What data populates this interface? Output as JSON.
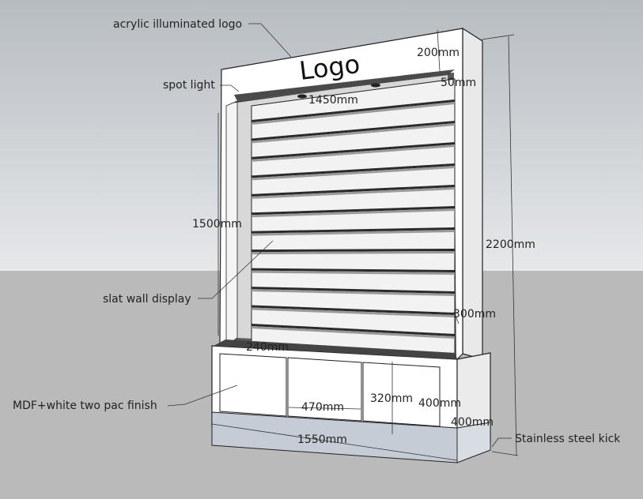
{
  "labels": {
    "logo_text": "Logo",
    "acrylic_logo": "acrylic illuminated logo",
    "spot_light": "spot light",
    "slat_wall": "slat wall display",
    "mdf_finish": "MDF+white two pac finish",
    "stainless_kick": "Stainless steel kick"
  },
  "dimensions": {
    "header_height": "200mm",
    "frame_depth": "50mm",
    "inner_width": "1450mm",
    "slat_height": "1500mm",
    "total_height": "2200mm",
    "side_offset": "300mm",
    "counter_depth": "240mm",
    "door_width": "470mm",
    "door_inner_height": "320mm",
    "door_height": "400mm",
    "base_height": "400mm",
    "total_width": "1550mm"
  },
  "colors": {
    "sky": "#c8ccd0",
    "ground": "#b9b9b9",
    "panel": "#ffffff",
    "shadow": "#5a5a5a",
    "steel": "#c6ccd6"
  }
}
